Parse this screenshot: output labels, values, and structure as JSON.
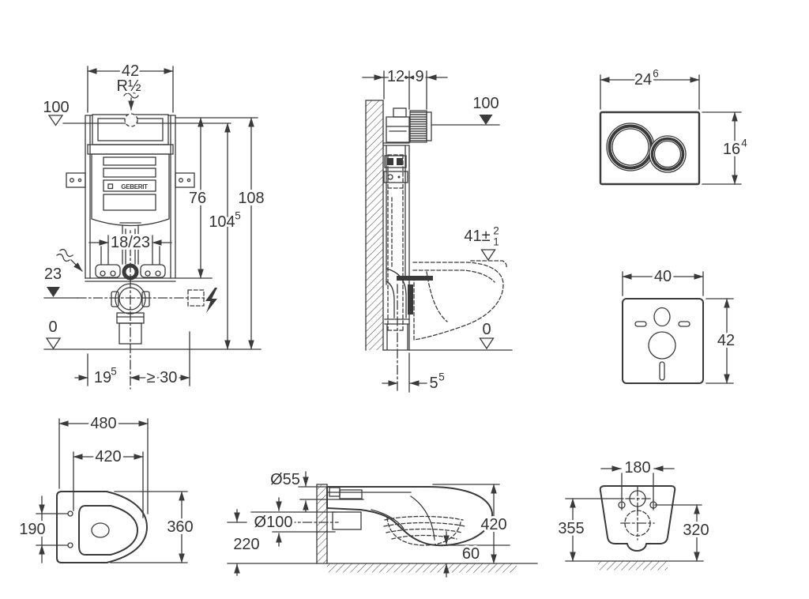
{
  "document": {
    "type": "technical installation drawing",
    "background": "#ffffff",
    "ink": "#3a3a3a",
    "logo": "GEBERIT"
  },
  "views": {
    "frame_front": {
      "dims": {
        "width": "42",
        "thread": "R½",
        "supply_height": "100",
        "height_mid": "76",
        "height_total": "108",
        "height_conn": "104",
        "height_conn_sup": "5",
        "bolt_spacing": "18/23",
        "drain_height": "23",
        "floor": "0",
        "drain_offset": "19",
        "drain_offset_sup": "5",
        "min_clearance": "≥ 30"
      }
    },
    "frame_side": {
      "dims": {
        "depth": "12",
        "boss_depth": "9",
        "supply_height": "100",
        "rim_height": "41±",
        "rim_tol_plus": "2",
        "rim_tol_minus": "1",
        "floor": "0",
        "outlet_offset": "5",
        "outlet_offset_sup": "5"
      }
    },
    "flush_plate": {
      "dims": {
        "width": "24",
        "width_sup": "6",
        "height": "16",
        "height_sup": "4"
      }
    },
    "sound_mat": {
      "dims": {
        "width": "40",
        "height": "42"
      }
    },
    "wc_top": {
      "dims": {
        "length": "480",
        "length_inner": "420",
        "hole_spacing": "190",
        "width": "360"
      }
    },
    "wc_side": {
      "dims": {
        "inlet_dia": "Ø55",
        "outlet_dia": "Ø100",
        "outlet_height": "220",
        "height": "420",
        "clearance": "60"
      }
    },
    "wc_rear": {
      "dims": {
        "hole_spacing": "180",
        "inlet_height": "355",
        "hole_height": "320"
      }
    }
  }
}
